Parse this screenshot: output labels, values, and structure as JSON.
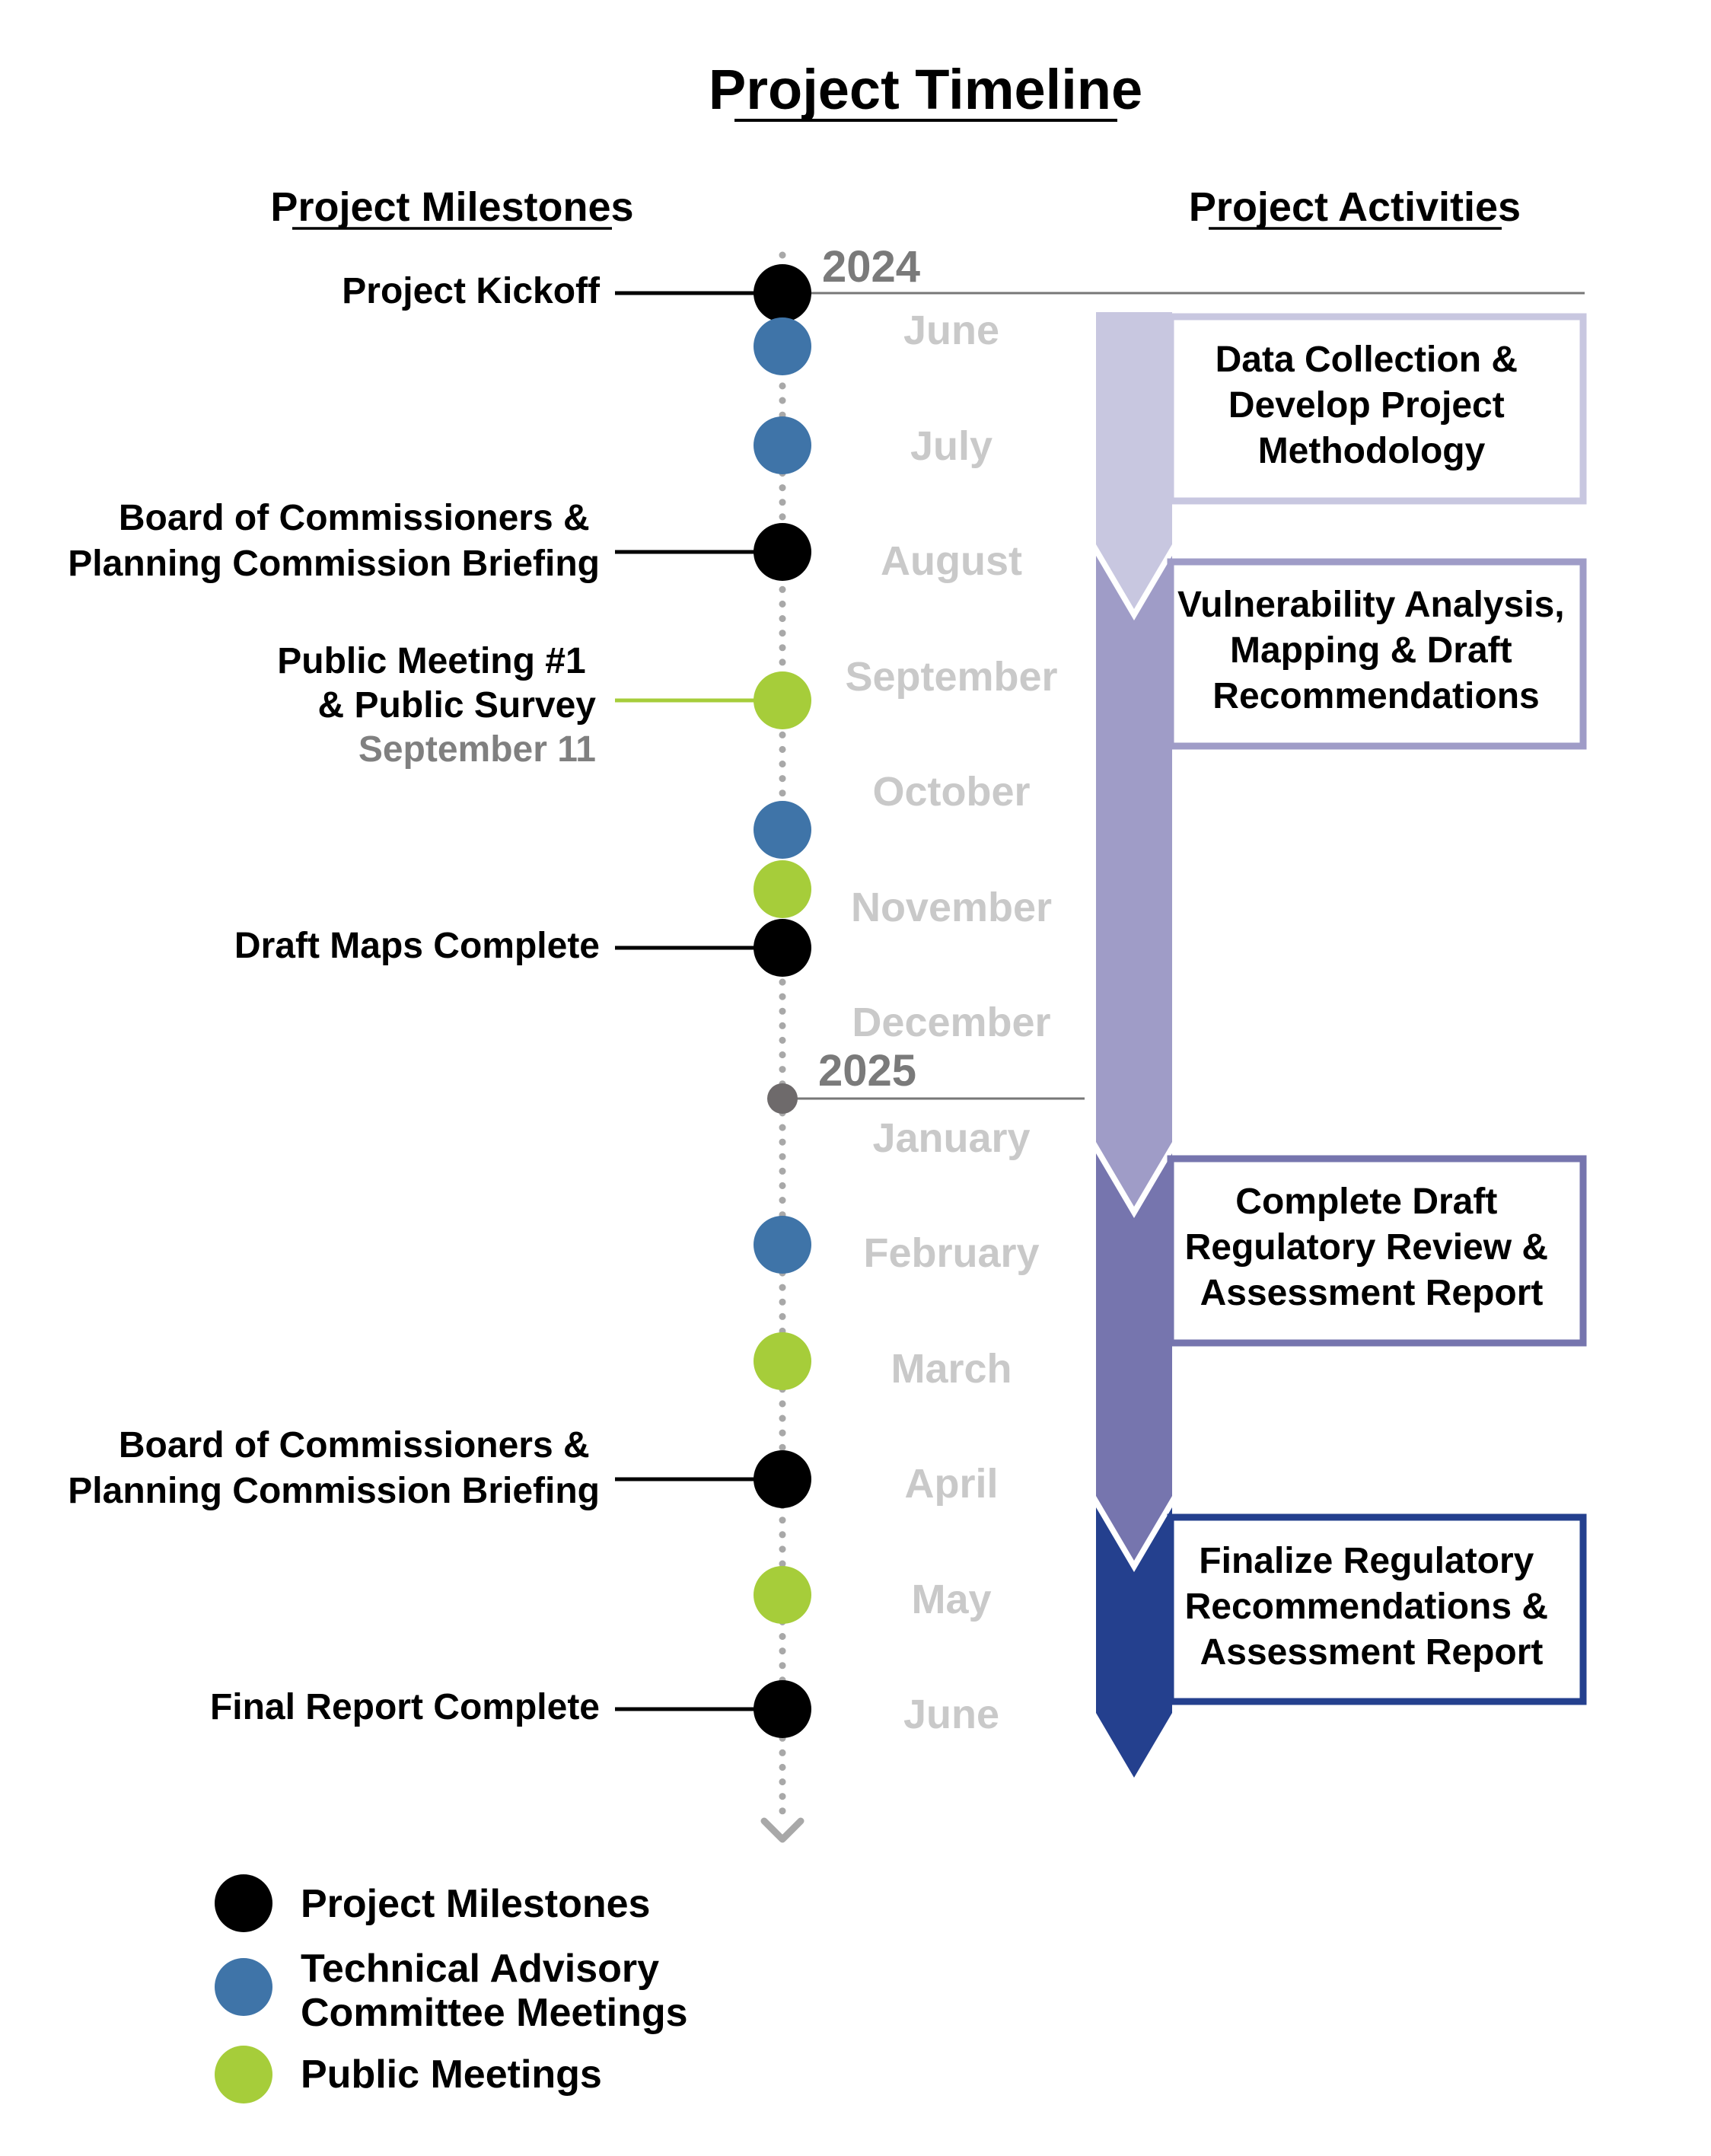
{
  "title": "Project Timeline",
  "headers": {
    "milestones": "Project Milestones",
    "activities": "Project Activities"
  },
  "years": [
    "2024",
    "2025"
  ],
  "months": [
    "June",
    "July",
    "August",
    "September",
    "October",
    "November",
    "December",
    "January",
    "February",
    "March",
    "April",
    "May",
    "June"
  ],
  "milestones": [
    {
      "lines": [
        "Project Kickoff"
      ],
      "kind": "milestone"
    },
    {
      "lines": [
        "Board of Commissioners &",
        "Planning Commission Briefing"
      ],
      "kind": "milestone"
    },
    {
      "lines": [
        "Public Meeting #1",
        "& Public Survey"
      ],
      "date": "September 11",
      "kind": "public"
    },
    {
      "lines": [
        "Draft Maps Complete"
      ],
      "kind": "milestone"
    },
    {
      "lines": [
        "Board of Commissioners &",
        "Planning Commission Briefing"
      ],
      "kind": "milestone"
    },
    {
      "lines": [
        "Final Report Complete"
      ],
      "kind": "milestone"
    }
  ],
  "activities": [
    {
      "lines": [
        "Data Collection &",
        "Develop Project",
        "Methodology"
      ]
    },
    {
      "lines": [
        "Vulnerability Analysis,",
        "Mapping & Draft",
        "Recommendations"
      ]
    },
    {
      "lines": [
        "Complete Draft",
        "Regulatory Review &",
        "Assessment Report"
      ]
    },
    {
      "lines": [
        "Finalize Regulatory",
        "Recommendations &",
        "Assessment Report"
      ]
    }
  ],
  "legend": [
    {
      "lines": [
        "Project Milestones"
      ],
      "kind": "milestone"
    },
    {
      "lines": [
        "Technical Advisory",
        "Committee Meetings"
      ],
      "kind": "tac"
    },
    {
      "lines": [
        "Public Meetings"
      ],
      "kind": "public"
    }
  ],
  "colors": {
    "milestone": "#000000",
    "tac": "#3f74a8",
    "public": "#a6cd3a",
    "year_marker": "#6e6a6b",
    "month_text": "#c9c9c9",
    "year_text": "#7a7a7a",
    "date_text": "#808080",
    "dots": "#a8a8a8",
    "phase1": "#c8c7e0",
    "phase2": "#9f9cc7",
    "phase3": "#7675ae",
    "phase4": "#24408e"
  }
}
